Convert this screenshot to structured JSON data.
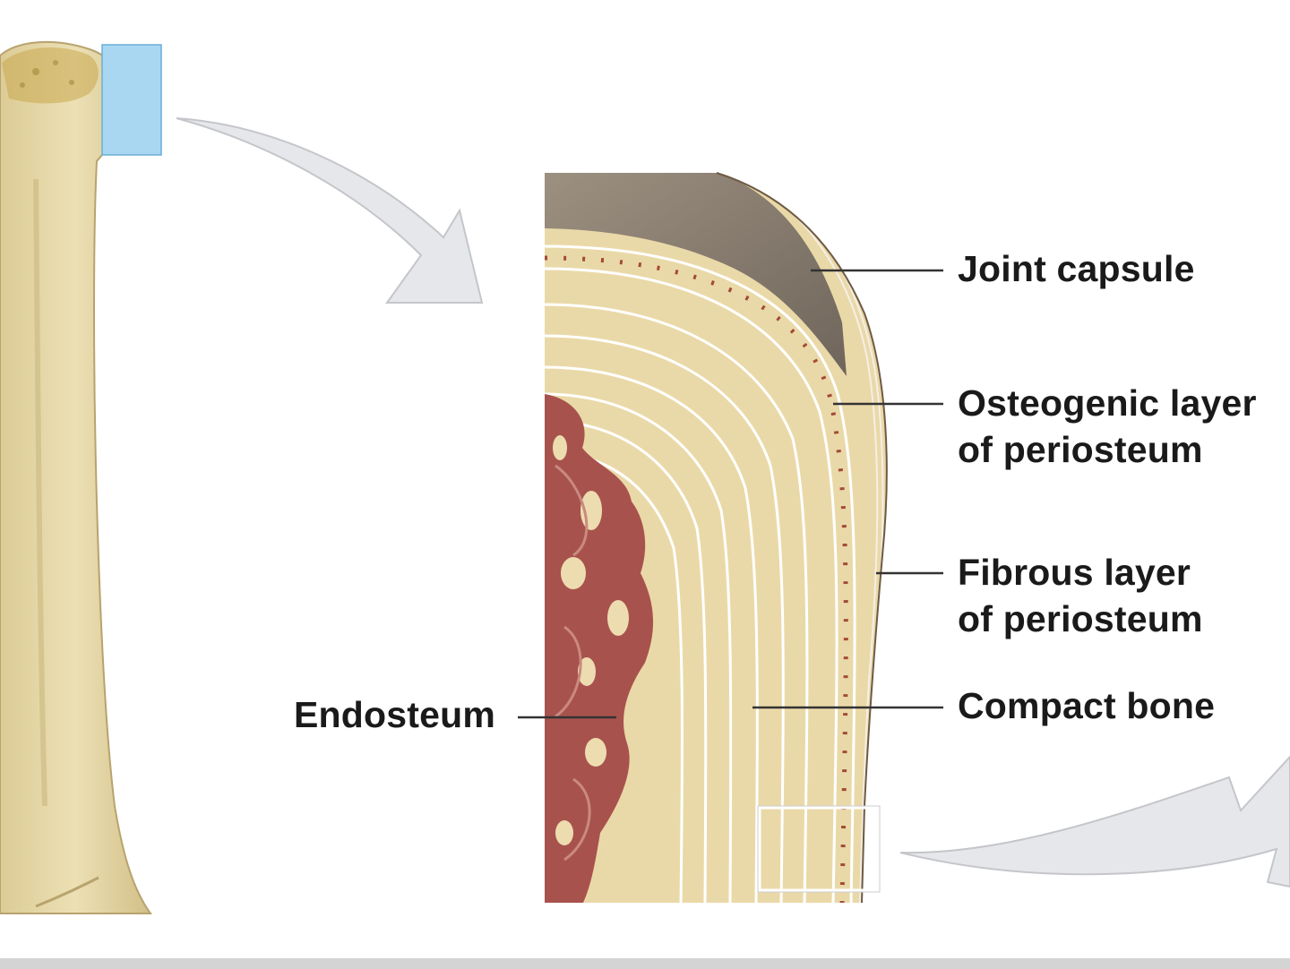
{
  "labels": {
    "joint_capsule": "Joint capsule",
    "osteogenic_line1": "Osteogenic layer",
    "osteogenic_line2": "of periosteum",
    "fibrous_line1": "Fibrous layer",
    "fibrous_line2": "of periosteum",
    "compact_bone": "Compact bone",
    "endosteum": "Endosteum"
  },
  "colors": {
    "bone": "#e9d9a6",
    "bone_shadow": "#cdb985",
    "marrow": "#a8524d",
    "marrow_light": "#c98a80",
    "capsule": "#8a7e72",
    "highlight_box": "#a9d7f2",
    "arrow_fill": "#e6e7ea",
    "leader_line": "#333333"
  }
}
